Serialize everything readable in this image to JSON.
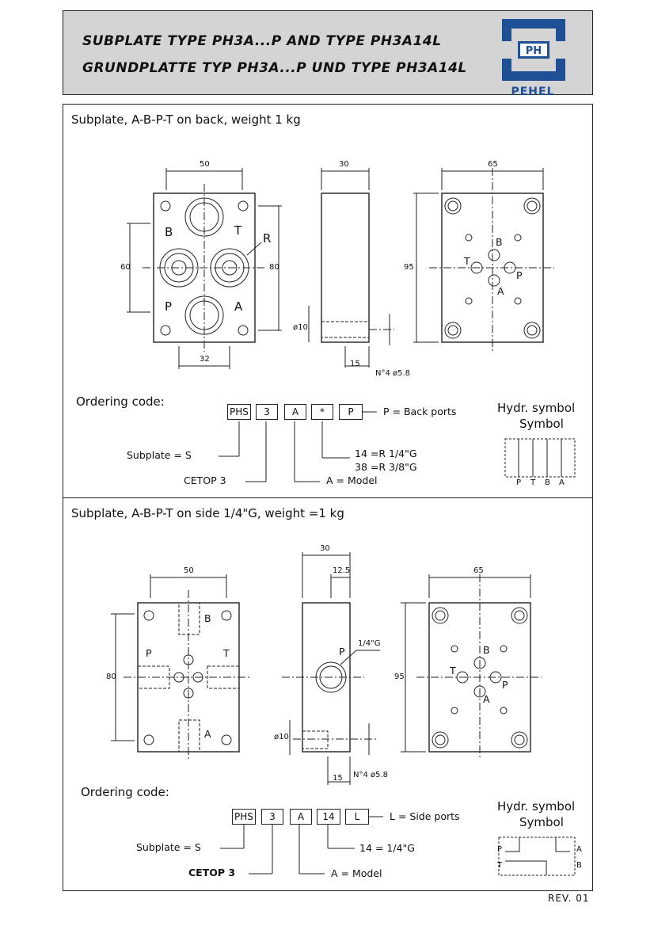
{
  "header": {
    "title_en": "SUBPLATE TYPE PH3A...P AND TYPE PH3A14L",
    "title_de": "GRUNDPLATTE TYP PH3A...P UND TYPE PH3A14L",
    "logo_mark": "PH",
    "logo_word": "PEHEL",
    "brand_color": "#1f4f95"
  },
  "panel1": {
    "title": "Subplate, A-B-P-T on back, weight 1 kg",
    "front": {
      "dim_top": "50",
      "dim_bottom": "32",
      "dim_left": "60",
      "dim_right": "80",
      "port_b": "B",
      "port_t": "T",
      "port_p": "P",
      "port_a": "A",
      "radius": "R"
    },
    "side": {
      "dim_top": "30",
      "dim_hole": "ø10",
      "dim_depth": "15",
      "dim_bolt": "N°4 ø5.8"
    },
    "rear": {
      "dim_top": "65",
      "dim_left": "95",
      "port_b": "B",
      "port_t": "T",
      "port_p": "P",
      "port_a": "A"
    },
    "ordering": {
      "heading": "Ordering code:",
      "codes": [
        "PHS",
        "3",
        "A",
        "*",
        "P"
      ],
      "suffix": "P  = Back ports",
      "subplate": "Subplate   = S",
      "cetop": "CETOP 3",
      "model": "A = Model",
      "opt1": "14  =R  1/4\"G",
      "opt2": "38  =R  3/8\"G"
    },
    "symbol": {
      "title1": "Hydr. symbol",
      "title2": "Symbol",
      "ports": [
        "P",
        "T",
        "B",
        "A"
      ]
    }
  },
  "panel2": {
    "title": "Subplate, A-B-P-T on side 1/4\"G, weight =1 kg",
    "front": {
      "dim_top": "50",
      "dim_left": "80",
      "port_b": "B",
      "port_p": "P",
      "port_t": "T",
      "port_a": "A"
    },
    "side": {
      "dim_top": "30",
      "dim_top2": "12.5",
      "thread": "1/4\"G",
      "port_p": "P",
      "dim_hole": "ø10",
      "dim_depth": "15",
      "dim_bolt": "N°4 ø5.8"
    },
    "rear": {
      "dim_top": "65",
      "dim_left": "95",
      "port_b": "B",
      "port_t": "T",
      "port_p": "P",
      "port_a": "A"
    },
    "ordering": {
      "heading": "Ordering code:",
      "codes": [
        "PHS",
        "3",
        "A",
        "14",
        "L"
      ],
      "suffix": "L = Side ports",
      "subplate": "Subplate  = S",
      "cetop": "CETOP 3",
      "model": "A = Model",
      "opt1": "14  =  1/4\"G"
    },
    "symbol": {
      "title1": "Hydr. symbol",
      "title2": "Symbol",
      "ports": [
        "P",
        "T",
        "A",
        "B"
      ]
    }
  },
  "footer": {
    "revision": "REV. 01"
  }
}
